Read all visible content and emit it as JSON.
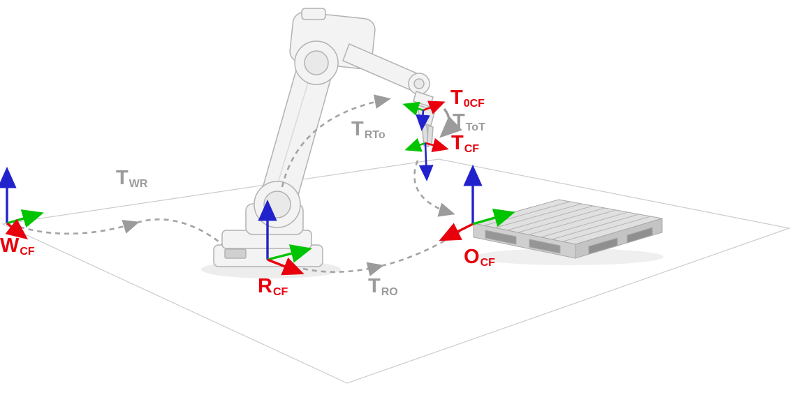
{
  "figure": {
    "description": "Industrial robot arm with pallet: coordinate frames and transformation chain diagram",
    "frames": {
      "world": {
        "main": "W",
        "sub": "CF"
      },
      "robot": {
        "main": "R",
        "sub": "CF"
      },
      "object": {
        "main": "O",
        "sub": "CF"
      },
      "tool_zero": {
        "main": "T",
        "sub": "0CF"
      },
      "tool": {
        "main": "T",
        "sub": "CF"
      }
    },
    "transforms": {
      "world_robot": {
        "main": "T",
        "sub": "WR"
      },
      "robot_tool": {
        "main": "T",
        "sub": "RTo"
      },
      "robot_object": {
        "main": "T",
        "sub": "RO"
      },
      "tool_offset": {
        "main": "T",
        "sub": "ToT"
      }
    },
    "colors": {
      "frame_label_red": "#e8000d",
      "transform_label_gray": "#9b9b9b",
      "axis_x_red": "#e8000d",
      "axis_y_green": "#00c400",
      "axis_z_blue": "#2222cc",
      "dashed_transform_gray": "#a3a3a3",
      "robot_body": "#f3f3f3",
      "robot_outline": "#b2b2b2",
      "ground_outline": "#cccccc",
      "pallet_top": "#e0e0e0",
      "pallet_side": "#c9c9c9"
    }
  }
}
